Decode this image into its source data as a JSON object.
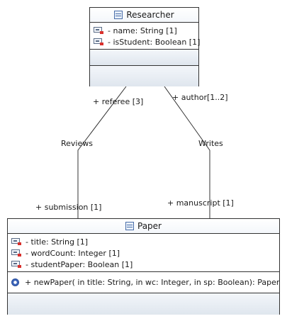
{
  "classes": {
    "researcher": {
      "name": "Researcher",
      "attributes": [
        "- name: String [1]",
        "- isStudent: Boolean [1]"
      ]
    },
    "paper": {
      "name": "Paper",
      "attributes": [
        "- title: String [1]",
        "- wordCount: Integer [1]",
        "- studentPaper: Boolean [1]"
      ],
      "operations": [
        "+ newPaper(  in title: String,   in wc: Integer,   in sp: Boolean): Paper"
      ]
    }
  },
  "associations": {
    "reviews": {
      "name": "Reviews",
      "source_role": "+ referee [3]",
      "target_role": "+ submission [1]"
    },
    "writes": {
      "name": "Writes",
      "source_role": "+ author[1..2]",
      "target_role": "+ manuscript [1]"
    }
  },
  "icons": {
    "class": "class-icon",
    "attribute": "private-attribute-icon",
    "operation": "public-operation-icon"
  },
  "colors": {
    "line": "#333333",
    "compartment_fill": "#e3e9f0",
    "attribute_marker": "#d9302c",
    "operation_icon": "#3a63b8"
  }
}
